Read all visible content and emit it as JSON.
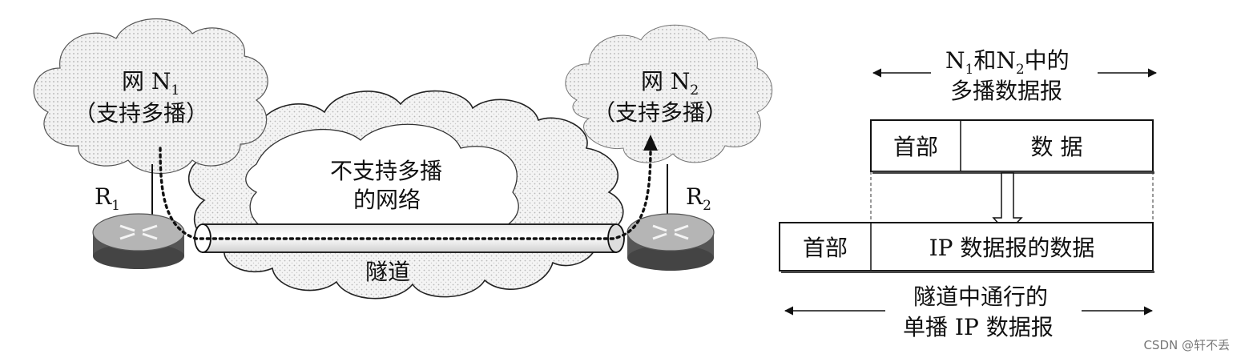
{
  "left": {
    "net1": {
      "name": "网 N",
      "sub": "1",
      "note": "（支持多播）"
    },
    "net2": {
      "name": "网 N",
      "sub": "2",
      "note": "（支持多播）"
    },
    "middle_line1": "不支持多播",
    "middle_line2": "的网络",
    "tunnel": "隧道",
    "router1": {
      "name": "R",
      "sub": "1"
    },
    "router2": {
      "name": "R",
      "sub": "2"
    }
  },
  "right": {
    "top_label": {
      "n": "N",
      "sub1": "1",
      "mid": "和N",
      "sub2": "2",
      "tail": "中的",
      "line2": "多播数据报"
    },
    "multicast_packet": {
      "header": "首部",
      "data": "数 据"
    },
    "unicast_packet": {
      "header": "首部",
      "data": "IP 数据报的数据"
    },
    "bottom_label": {
      "line1": "隧道中通行的",
      "line2": "单播 IP 数据报"
    }
  },
  "watermark": "CSDN @轩不丢"
}
